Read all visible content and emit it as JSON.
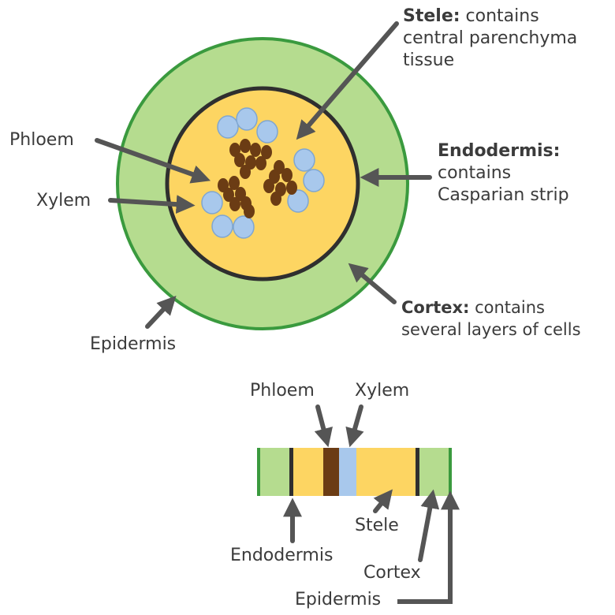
{
  "labels": {
    "stele_term": "Stele:",
    "stele_line1": " contains",
    "stele_line2": "central parenchyma",
    "stele_line3": "tissue",
    "phloem": "Phloem",
    "xylem": "Xylem",
    "endodermis_term": "Endodermis:",
    "endodermis_line1": "contains",
    "endodermis_line2": "Casparian strip",
    "cortex_term": "Cortex:",
    "cortex_line1": " contains",
    "cortex_line2": "several layers of cells",
    "epidermis": "Epidermis"
  },
  "strip_labels": {
    "phloem": "Phloem",
    "xylem": "Xylem",
    "endodermis": "Endodermis",
    "stele": "Stele",
    "cortex": "Cortex",
    "epidermis": "Epidermis"
  },
  "colors": {
    "cortex": "#b5dc8f",
    "epidermis": "#3a9a3e",
    "stele": "#fdd562",
    "endodermis": "#2f2f2f",
    "phloem": "#6b3c14",
    "xylem": "#a8c8ec",
    "arrow": "#555555",
    "text": "#3b3b3b"
  }
}
